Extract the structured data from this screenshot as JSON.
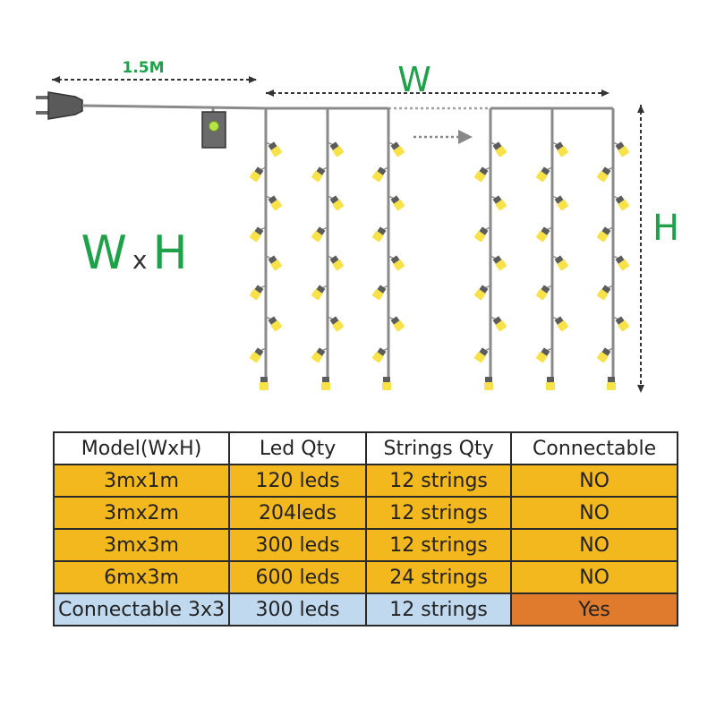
{
  "diagram": {
    "cable_length_label": "1.5M",
    "width_label": "W",
    "height_label": "H",
    "size_formula": {
      "w": "W",
      "x": "x",
      "h": "H"
    }
  },
  "table": {
    "headers": [
      "Model(WxH)",
      "Led Qty",
      "Strings Qty",
      "Connectable"
    ],
    "rows": [
      {
        "cells": [
          "3mx1m",
          "120 leds",
          "12 strings",
          "NO"
        ],
        "kind": "standard"
      },
      {
        "cells": [
          "3mx2m",
          "204leds",
          "12 strings",
          "NO"
        ],
        "kind": "standard"
      },
      {
        "cells": [
          "3mx3m",
          "300 leds",
          "12 strings",
          "NO"
        ],
        "kind": "standard"
      },
      {
        "cells": [
          "6mx3m",
          "600 leds",
          "24 strings",
          "NO"
        ],
        "kind": "standard"
      },
      {
        "cells": [
          "Connectable 3x3",
          "300 leds",
          "12 strings",
          "Yes"
        ],
        "kind": "connectable"
      }
    ]
  },
  "colors": {
    "label_green": "#1fa14a",
    "wire": "#8a8a8a",
    "bulb": "#f7e24a",
    "bulb_cap": "#5c5c5c",
    "row_standard": "#f4b81f",
    "row_connectable": "#c0d9ef",
    "cell_yes": "#e07b2d"
  }
}
